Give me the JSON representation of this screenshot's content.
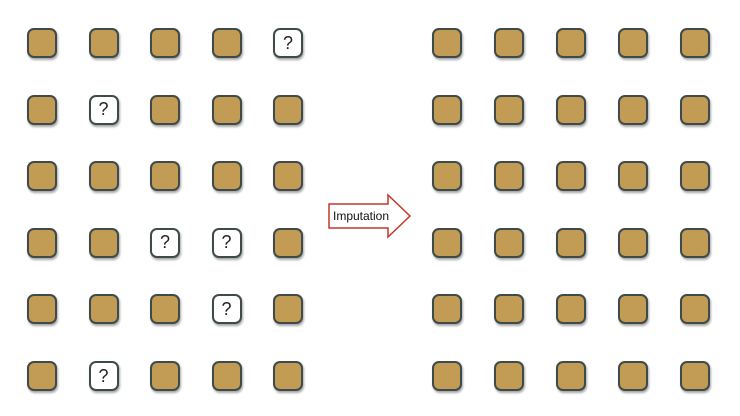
{
  "colors": {
    "filled": "#c29b55",
    "missing": "#ffffff",
    "border": "#3f4a4a",
    "arrow_border": "#c0392b"
  },
  "missing_symbol": "?",
  "left_grid": {
    "rows": 6,
    "cols": 5,
    "missing": [
      [
        0,
        4
      ],
      [
        1,
        1
      ],
      [
        3,
        2
      ],
      [
        3,
        3
      ],
      [
        4,
        3
      ],
      [
        5,
        1
      ]
    ]
  },
  "right_grid": {
    "rows": 6,
    "cols": 5,
    "missing": []
  },
  "arrow": {
    "label": "Imputation"
  }
}
